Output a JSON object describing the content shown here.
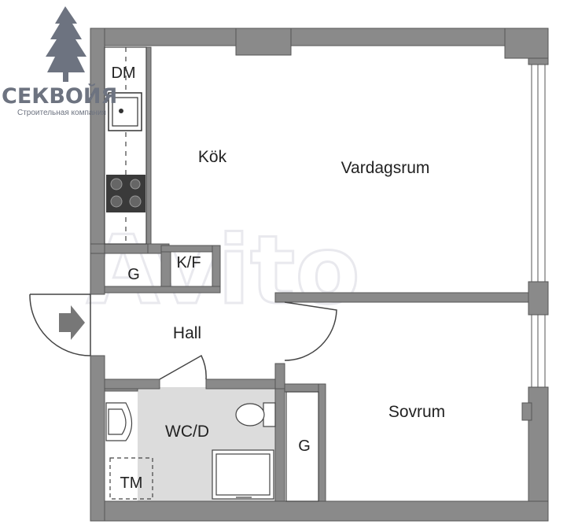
{
  "logo": {
    "name": "СЕКВОЙЯ",
    "tagline": "Строительная компания"
  },
  "watermark": "Avito",
  "rooms": {
    "dm": "DM",
    "kitchen": "Kök",
    "living": "Vardagsrum",
    "storage_kitchen": "G",
    "kf": "K/F",
    "hall": "Hall",
    "wc": "WC/D",
    "storage_bedroom": "G",
    "bedroom": "Sovrum",
    "tm": "TM"
  },
  "colors": {
    "wall": "#8a8a8a",
    "wall_edge": "#555555",
    "wc_floor": "#dcdcdc",
    "hob": "#3a3a3a",
    "text": "#222222",
    "logo": "#6d7380"
  }
}
